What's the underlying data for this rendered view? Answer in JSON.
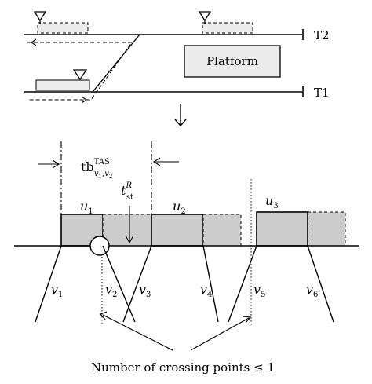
{
  "tracks": {
    "t2": "T2",
    "t1": "T1",
    "platform": "Platform"
  },
  "annotations": {
    "tb_main": "tb",
    "tb_sup": "TAS",
    "tb_sub_v1": "v",
    "tb_sub_1": "1",
    "tb_sub_comma": ",",
    "tb_sub_v2": "v",
    "tb_sub_2": "2",
    "tst_main": "t",
    "tst_sup": "R",
    "tst_sub": "st"
  },
  "units": [
    {
      "main": "u",
      "sub": "1"
    },
    {
      "main": "u",
      "sub": "2"
    },
    {
      "main": "u",
      "sub": "3"
    }
  ],
  "vehicles": [
    {
      "main": "v",
      "sub": "1"
    },
    {
      "main": "v",
      "sub": "2"
    },
    {
      "main": "v",
      "sub": "3"
    },
    {
      "main": "v",
      "sub": "4"
    },
    {
      "main": "v",
      "sub": "5"
    },
    {
      "main": "v",
      "sub": "6"
    }
  ],
  "caption": "Number of crossing points ≤  1"
}
